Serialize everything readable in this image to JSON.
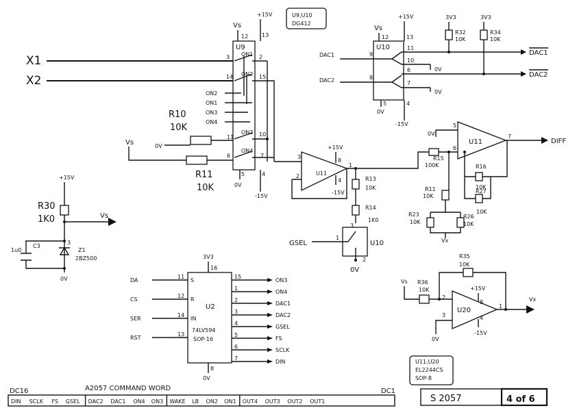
{
  "note_u9u10": [
    "U9,U10",
    "DG412"
  ],
  "note_u11u20": [
    "U11,U20",
    "EL2244CS",
    "SOP-8"
  ],
  "inputs": {
    "x1": "X1",
    "x2": "X2"
  },
  "supply": {
    "p15": "+15V",
    "m15": "-15V",
    "vs": "Vs",
    "zero": "0V",
    "v33": "3V3",
    "vx": "Vx"
  },
  "u9": {
    "ref": "U9",
    "pins": {
      "vs": "12",
      "p15": "13",
      "in1": "3",
      "out1": "2",
      "in2": "14",
      "out2": "15",
      "on1": "ON1",
      "on2": "ON2",
      "on3": "ON3",
      "on4": "ON4",
      "p11": "11",
      "p10": "10",
      "p6": "6",
      "p7": "7",
      "gnd": "5",
      "neg": "4"
    }
  },
  "u9_controls": [
    "ON2",
    "ON1",
    "ON3",
    "ON4"
  ],
  "r10": {
    "ref": "R10",
    "val": "10K"
  },
  "r11": {
    "ref": "R11",
    "val": "10K"
  },
  "u10_top": {
    "ref": "U10",
    "in1": "DAC1",
    "in2": "DAC2",
    "pins": {
      "vs": "12",
      "p15": "13",
      "p9": "9",
      "p8": "8",
      "p11": "11",
      "p10": "10",
      "p6": "6",
      "p7": "7",
      "gnd": "5",
      "neg": "4"
    }
  },
  "r32": {
    "ref": "R32",
    "val": "10K"
  },
  "r34": {
    "ref": "R34",
    "val": "10K"
  },
  "dac_outs": [
    "DAC1",
    "DAC2"
  ],
  "u11a": {
    "ref": "U11",
    "pins": {
      "in": "3",
      "fb": "2",
      "out": "1",
      "vp": "8",
      "vn": "4"
    }
  },
  "r13": {
    "ref": "R13",
    "val": "10K"
  },
  "r14": {
    "ref": "R14",
    "val": "1K0"
  },
  "gsel": {
    "label": "GSEL",
    "ref": "U10",
    "pins": {
      "p1": "1",
      "p2": "2",
      "p3": "3"
    }
  },
  "u11b": {
    "ref": "U11",
    "out": "DIFF",
    "pins": {
      "pos": "5",
      "neg": "6",
      "out": "7"
    }
  },
  "r15": {
    "ref": "R15",
    "val": "100K"
  },
  "r16": {
    "ref": "R16",
    "val": "10K"
  },
  "r27": {
    "ref": "R27",
    "val": "10K"
  },
  "r11b": {
    "ref": "R11",
    "val": "10K"
  },
  "r23": {
    "ref": "R23",
    "val": "10K"
  },
  "r26": {
    "ref": "R26",
    "val": "10K"
  },
  "r30": {
    "ref": "R30",
    "val": "1K0"
  },
  "c3": {
    "ref": "C3",
    "val": "1u0"
  },
  "z1": {
    "ref": "Z1",
    "val": "2BZ500",
    "pin": "3"
  },
  "u2": {
    "ref": "U2",
    "part": "74LV594",
    "pkg": "SOP-16",
    "vcc": "16",
    "gnd": "8",
    "left": [
      {
        "sig": "DA",
        "pin": "11",
        "pn": "S"
      },
      {
        "sig": "CS",
        "pin": "12",
        "pn": "R"
      },
      {
        "sig": "SER",
        "pin": "14",
        "pn": "IN"
      },
      {
        "sig": "RST",
        "pin": "13",
        "pn": ""
      }
    ],
    "right": [
      {
        "sig": "ON3",
        "pin": "15"
      },
      {
        "sig": "ON4",
        "pin": "1"
      },
      {
        "sig": "DAC1",
        "pin": "2"
      },
      {
        "sig": "DAC2",
        "pin": "3"
      },
      {
        "sig": "GSEL",
        "pin": "4"
      },
      {
        "sig": "FS",
        "pin": "5"
      },
      {
        "sig": "SCLK",
        "pin": "6"
      },
      {
        "sig": "DIN",
        "pin": "7"
      }
    ]
  },
  "u20": {
    "ref": "U20",
    "pins": {
      "in": "2",
      "pos": "3",
      "out": "1",
      "vp": "8",
      "vn": "4"
    }
  },
  "r35": {
    "ref": "R35",
    "val": "10K"
  },
  "r36": {
    "ref": "R36",
    "val": "10K"
  },
  "command": {
    "title": "A2057 COMMAND WORD",
    "left": "DC16",
    "right": "DC1",
    "fields": [
      [
        "DIN",
        "SCLK",
        "FS",
        "GSEL"
      ],
      [
        "DAC2",
        "DAC1",
        "ON4",
        "ON3"
      ],
      [
        "WAKE",
        "LB",
        "ON2",
        "ON1"
      ],
      [
        "OUT4",
        "OUT3",
        "OUT2",
        "OUT1"
      ]
    ]
  },
  "title_block": {
    "drawing": "S 2057",
    "sheet": "4 of 6"
  }
}
